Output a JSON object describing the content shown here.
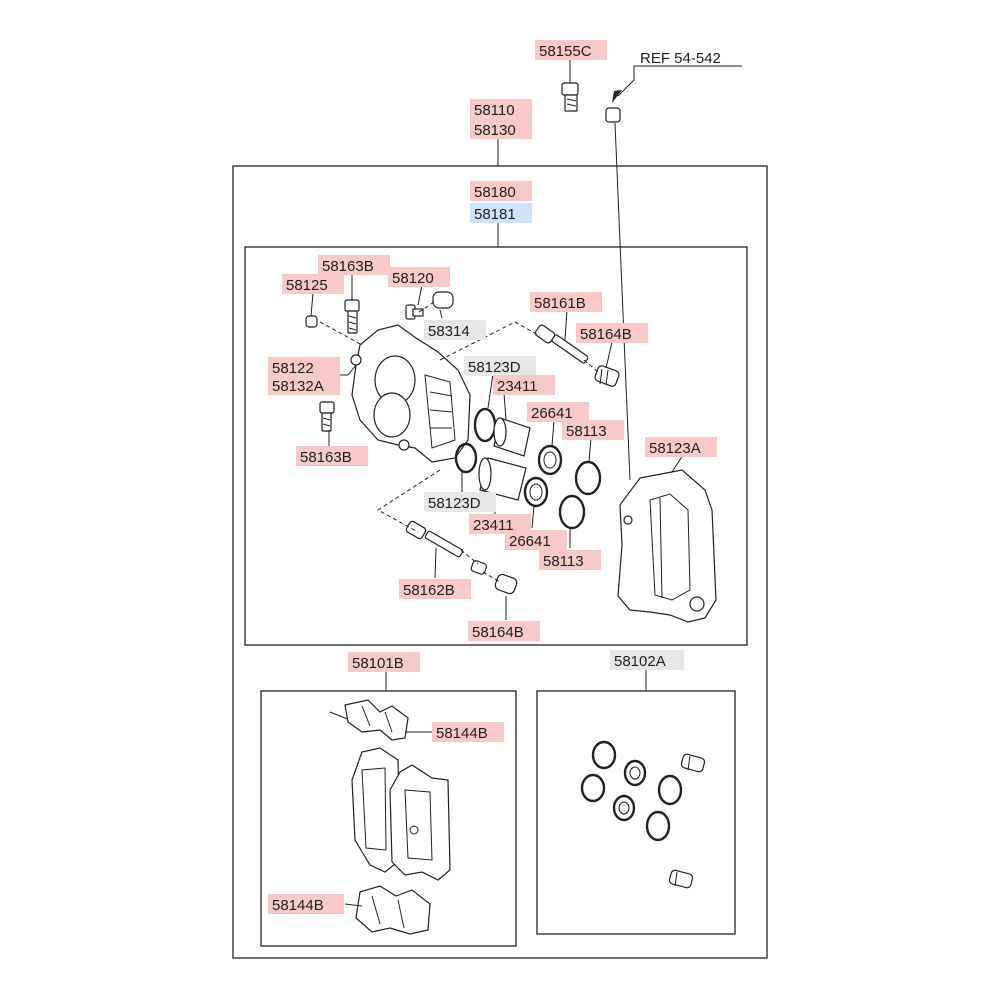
{
  "labels": {
    "l58155C": "58155C",
    "ref": "REF 54-542",
    "l58110": "58110",
    "l58130": "58130",
    "l58180": "58180",
    "l58181": "58181",
    "l58163B_top": "58163B",
    "l58120": "58120",
    "l58125": "58125",
    "l58314": "58314",
    "l58161B": "58161B",
    "l58164B_top": "58164B",
    "l58122": "58122",
    "l58132A": "58132A",
    "l58123D_top": "58123D",
    "l23411_top": "23411",
    "l26641_top": "26641",
    "l58113_top": "58113",
    "l58123A": "58123A",
    "l58163B_bottom": "58163B",
    "l58123D_bottom": "58123D",
    "l23411_bottom": "23411",
    "l26641_bottom": "26641",
    "l58113_bottom": "58113",
    "l58162B": "58162B",
    "l58164B_bottom": "58164B",
    "l58101B": "58101B",
    "l58102A": "58102A",
    "l58144B_top": "58144B",
    "l58144B_bottom": "58144B"
  },
  "colors": {
    "label_highlight": "#f7c9c9",
    "label_highlight_blue": "#cfe3f7",
    "label_highlight_gray": "#e6e6e6",
    "line": "#222222"
  }
}
